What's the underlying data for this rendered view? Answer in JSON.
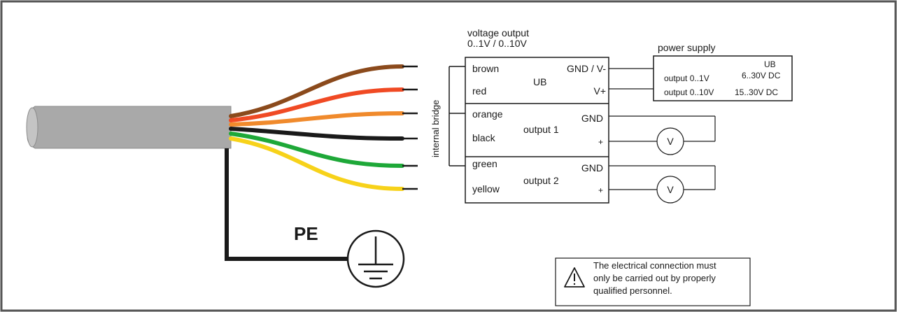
{
  "header": {
    "title_line1": "voltage output",
    "title_line2": "0..1V / 0..10V"
  },
  "wires": [
    {
      "id": "brown",
      "label": "brown",
      "color": "#8B4A1C"
    },
    {
      "id": "red",
      "label": "red",
      "color": "#F04A24"
    },
    {
      "id": "orange",
      "label": "orange",
      "color": "#F08A2C"
    },
    {
      "id": "black",
      "label": "black",
      "color": "#1a1a1a"
    },
    {
      "id": "green",
      "label": "green",
      "color": "#1EA838"
    },
    {
      "id": "yellow",
      "label": "yellow",
      "color": "#F7D21A"
    }
  ],
  "block": {
    "ub_label": "UB",
    "gnd_vminus": "GND / V-",
    "vplus": "V+",
    "output1_label": "output 1",
    "output1_gnd": "GND",
    "output1_plus": "+",
    "output2_label": "output 2",
    "output2_gnd": "GND",
    "output2_plus": "+",
    "internal_bridge": "internal bridge"
  },
  "power_supply": {
    "title": "power supply",
    "ub": "UB",
    "row1_left": "output 0..1V",
    "row1_right": "6..30V DC",
    "row2_left": "output 0..10V",
    "row2_right": "15..30V DC"
  },
  "meters": {
    "symbol": "V"
  },
  "ground": {
    "label": "PE"
  },
  "warning": {
    "line1": "The electrical connection must",
    "line2": "only be carried out by properly",
    "line3": "qualified personnel."
  },
  "colors": {
    "cable_grey": "#a8a8a8",
    "frame": "#555555",
    "line": "#222222"
  }
}
